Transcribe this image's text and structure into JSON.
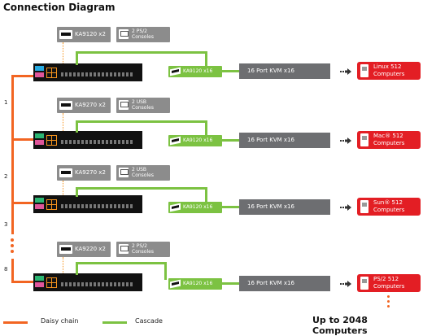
{
  "title": "Connection Diagram",
  "tiers": [
    {
      "cable_label": "KA9120 x2",
      "console_label": "2 PS/2\nConsoles",
      "ka_label": "KA9120 x16",
      "kvm_label": "16 Port KVM x16",
      "computers_label": "Linux 512\nComputers"
    },
    {
      "cable_label": "KA9270 x2",
      "console_label": "2 USB\nConsoles",
      "ka_label": "KA9120 x16",
      "kvm_label": "16 Port KVM x16",
      "computers_label": "Mac® 512\nComputers"
    },
    {
      "cable_label": "KA9270 x2",
      "console_label": "2 USB\nConsoles",
      "ka_label": "KA9120 x16",
      "kvm_label": "16 Port KVM x16",
      "computers_label": "Sun® 512\nComputers"
    },
    {
      "cable_label": "KA9220 x2",
      "console_label": "2 PS/2\nConsoles",
      "ka_label": "KA9120 x16",
      "kvm_label": "16 Port KVM x16",
      "computers_label": "PS/2 512\nComputers"
    }
  ],
  "chain_numbers": [
    "1",
    "2",
    "3",
    "8"
  ],
  "legend": {
    "daisy_chain": "Daisy chain",
    "cascade": "Cascade",
    "daisy_color": "#f26522",
    "cascade_color": "#7cc242"
  },
  "footer": "Up to 2048 Computers",
  "icons": {
    "switch": "kvm-switch-icon",
    "adapter": "adapter-cable-icon",
    "console": "console-icon",
    "computer": "computer-icon",
    "arrow": "arrow-right-icon"
  }
}
